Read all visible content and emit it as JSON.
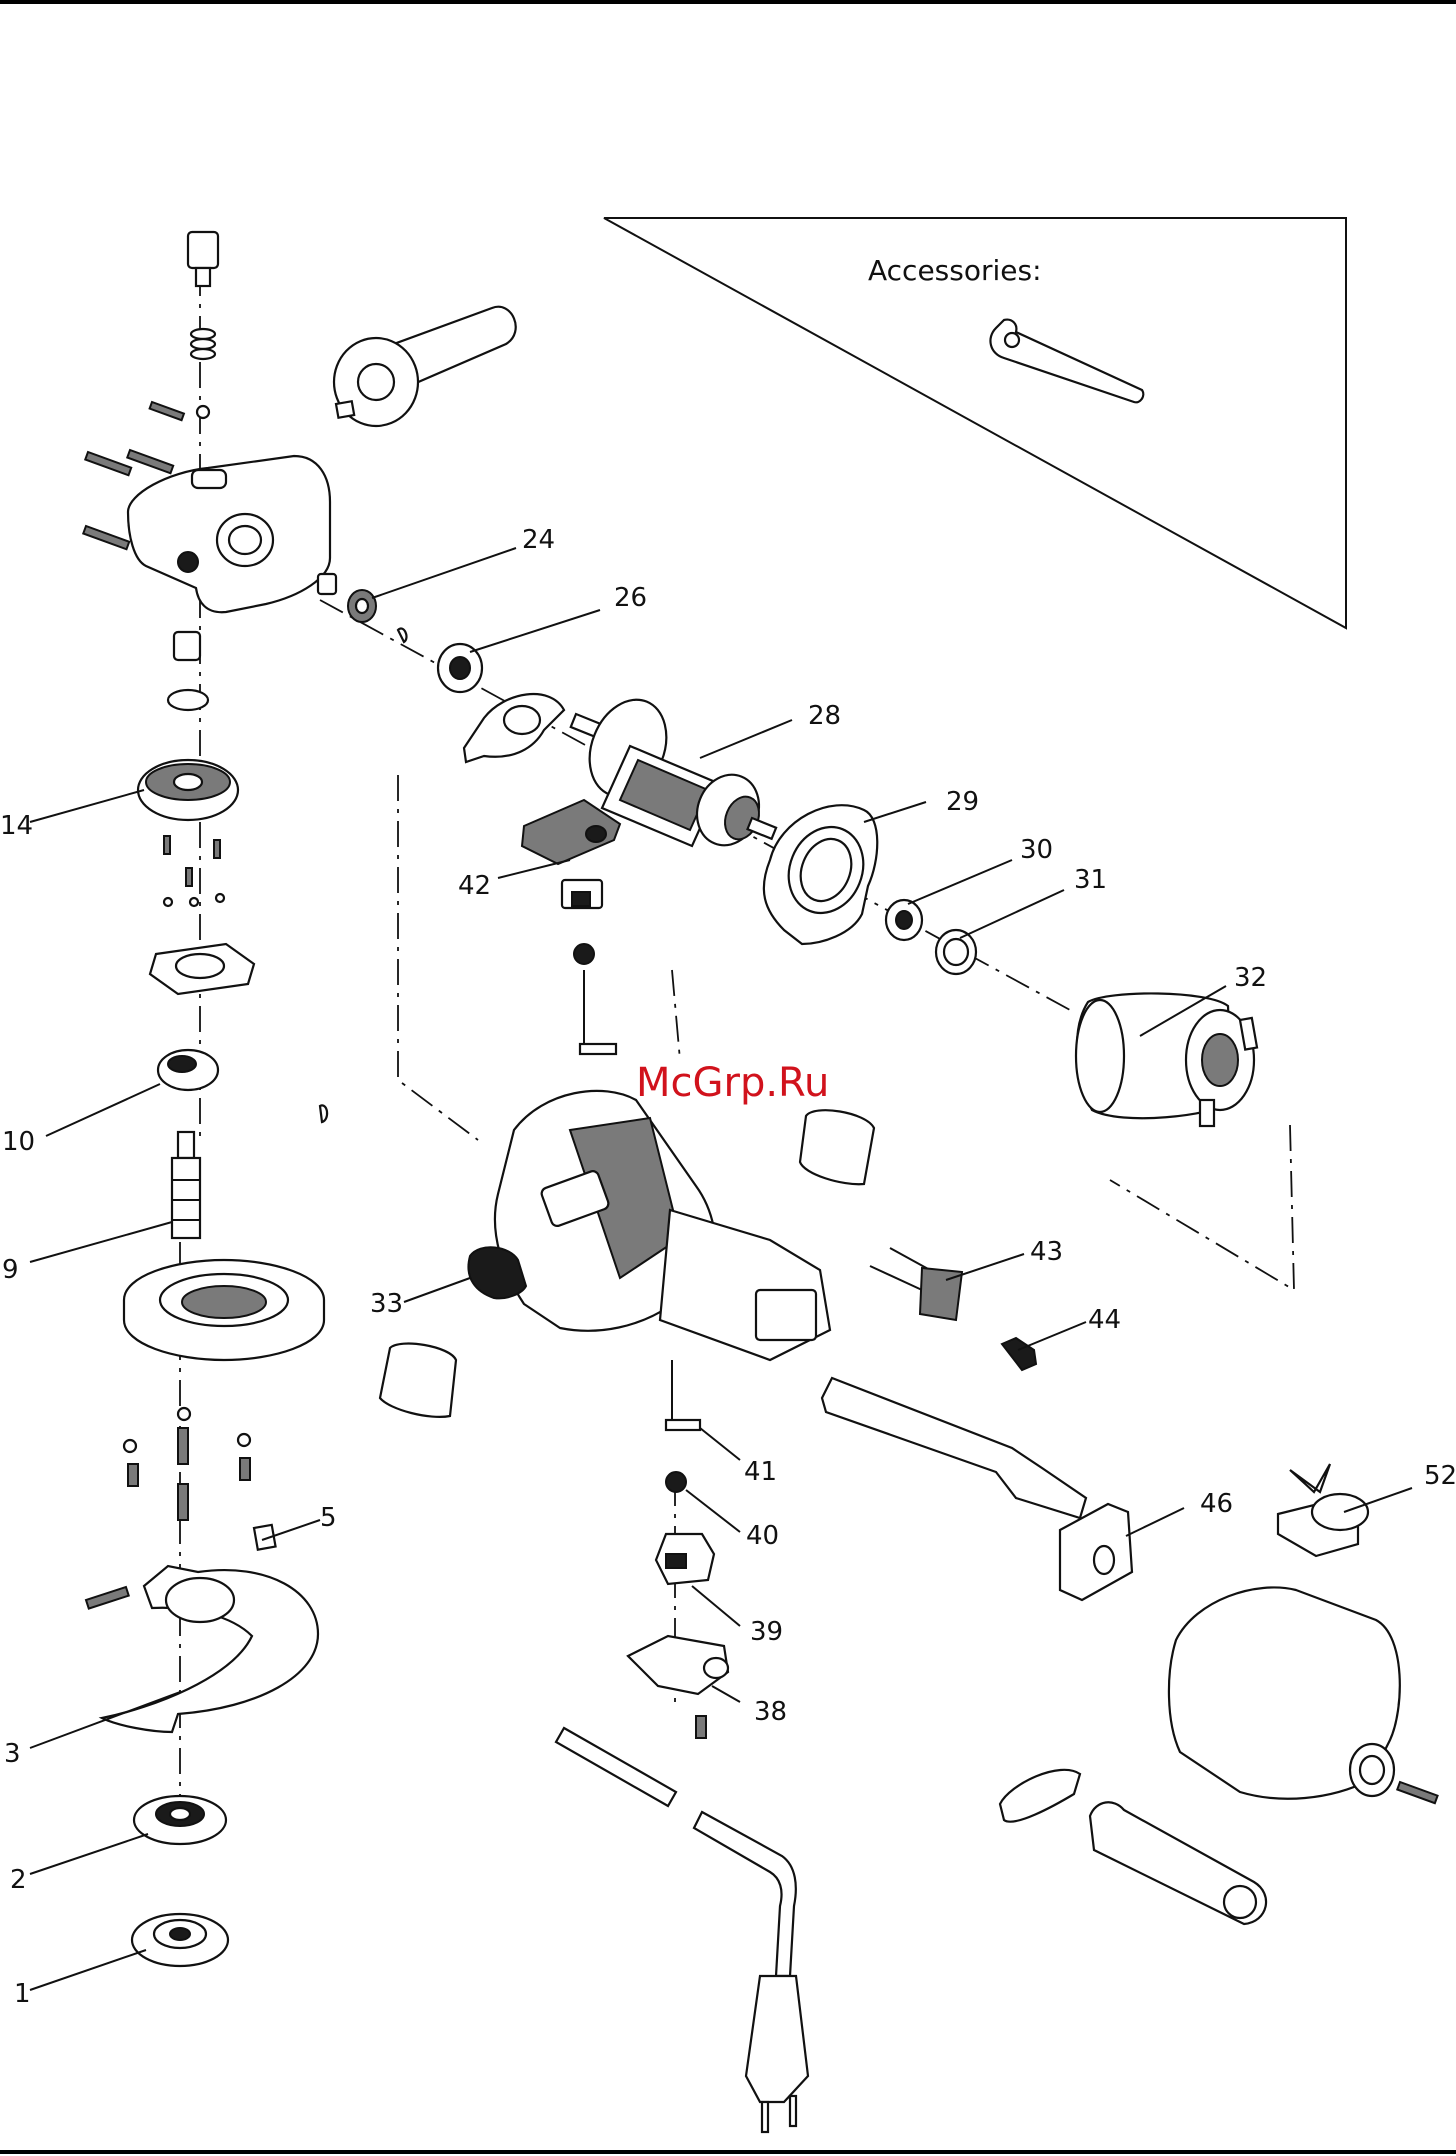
{
  "accessories": {
    "label": "Accessories:",
    "items": [
      "wrench-icon"
    ]
  },
  "watermark": "McGrp.Ru",
  "callouts": [
    {
      "id": "c1",
      "label": "1"
    },
    {
      "id": "c2",
      "label": "2"
    },
    {
      "id": "c3",
      "label": "3"
    },
    {
      "id": "c5",
      "label": "5"
    },
    {
      "id": "c9",
      "label": "9"
    },
    {
      "id": "c10",
      "label": "10"
    },
    {
      "id": "c14",
      "label": "14"
    },
    {
      "id": "c24",
      "label": "24"
    },
    {
      "id": "c26",
      "label": "26"
    },
    {
      "id": "c28",
      "label": "28"
    },
    {
      "id": "c29",
      "label": "29"
    },
    {
      "id": "c30",
      "label": "30"
    },
    {
      "id": "c31",
      "label": "31"
    },
    {
      "id": "c32",
      "label": "32"
    },
    {
      "id": "c33",
      "label": "33"
    },
    {
      "id": "c38",
      "label": "38"
    },
    {
      "id": "c39",
      "label": "39"
    },
    {
      "id": "c40",
      "label": "40"
    },
    {
      "id": "c41",
      "label": "41"
    },
    {
      "id": "c42",
      "label": "42"
    },
    {
      "id": "c43",
      "label": "43"
    },
    {
      "id": "c44",
      "label": "44"
    },
    {
      "id": "c46",
      "label": "46"
    },
    {
      "id": "c52",
      "label": "52"
    }
  ]
}
